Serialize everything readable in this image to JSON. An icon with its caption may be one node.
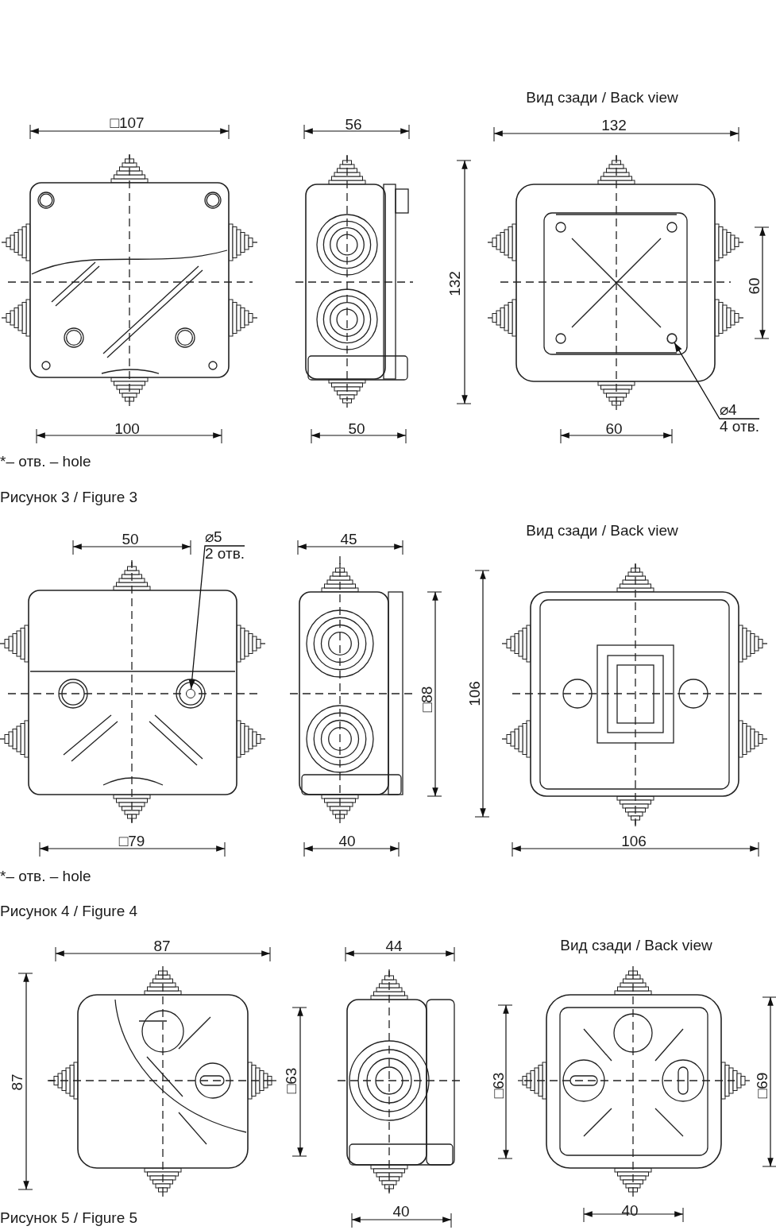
{
  "diagram": {
    "nodes": [
      {
        "text": [
          "⌀4",
          "4 отв."
        ]
      },
      {
        "text": [],
        "shape": "circle"
      },
      {
        "text": [
          "⌀5",
          "2 отв."
        ]
      },
      {
        "text": [],
        "shape": "circle"
      }
    ],
    "edges": [
      {
        "from": 0,
        "to": 1,
        "arrow": "to"
      },
      {
        "from": 2,
        "to": 3,
        "arrow": "to"
      }
    ],
    "labels": [
      "Вид сзади / Back view",
      "□107",
      "56",
      "132",
      "132",
      "60",
      "100",
      "50",
      "60",
      "*– отв. – hole",
      "Рисунок 3 / Figure 3",
      "50",
      "45",
      "Вид сзади / Back view",
      "□88",
      "106",
      "□79",
      "40",
      "106",
      "*– отв. – hole",
      "Рисунок 4 / Figure 4",
      "87",
      "44",
      "Вид сзади / Back view",
      "87",
      "□63",
      "□63",
      "□69",
      "40",
      "40",
      "Рисунок 5 / Figure 5"
    ]
  }
}
